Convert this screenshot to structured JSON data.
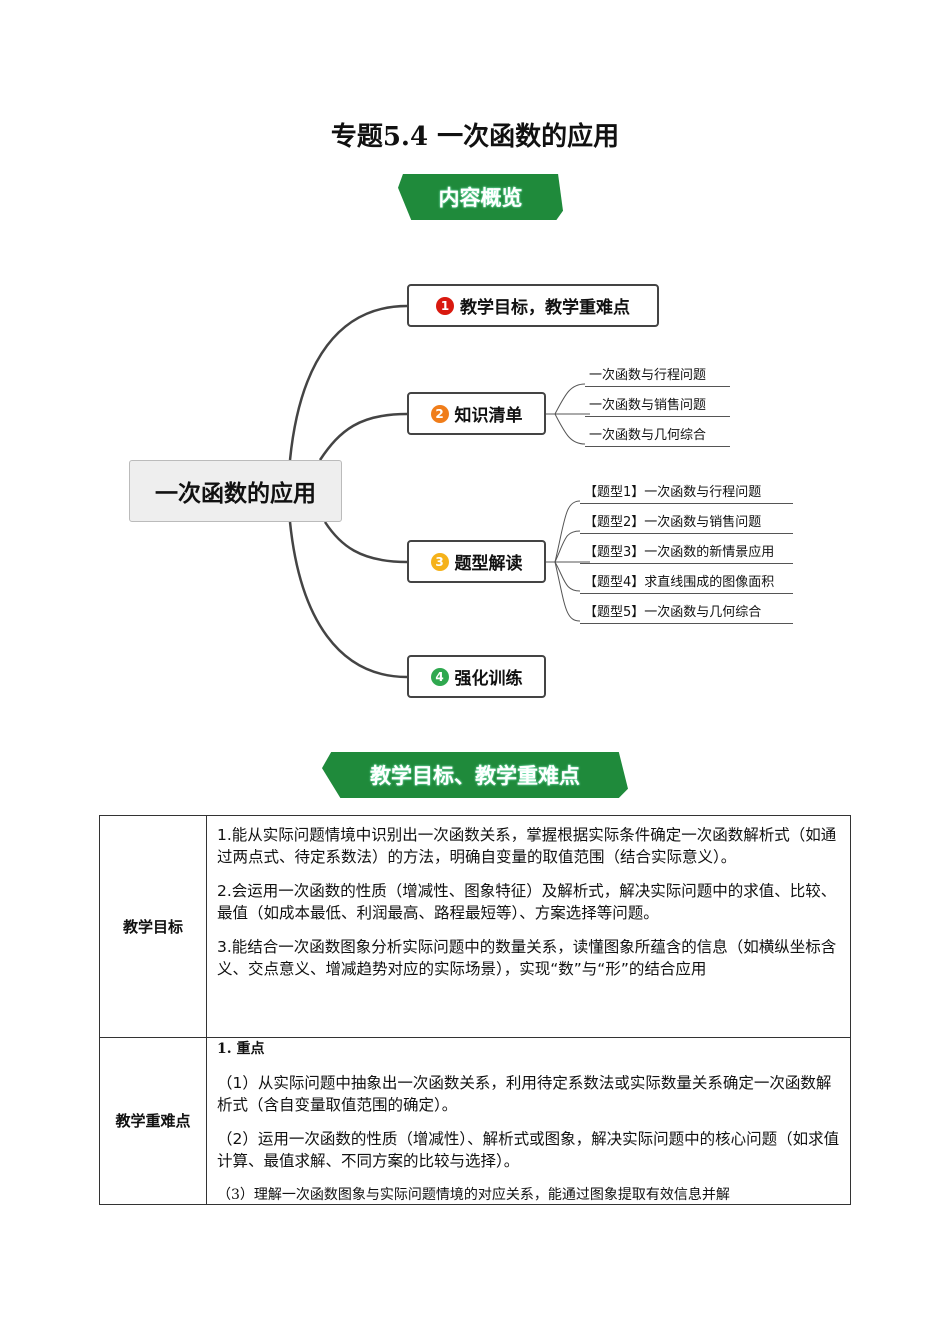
{
  "title": "专题5.4 一次函数的应用",
  "overview_banner": "内容概览",
  "mindmap": {
    "center": "一次函数的应用",
    "branches": [
      {
        "num": "1",
        "label": "教学目标，教学重难点",
        "color": "#d9190f"
      },
      {
        "num": "2",
        "label": "知识清单",
        "color": "#f07d1a",
        "leaves": [
          "一次函数与行程问题",
          "一次函数与销售问题",
          "一次函数与几何综合"
        ]
      },
      {
        "num": "3",
        "label": "题型解读",
        "color": "#f5b21a",
        "leaves": [
          "【题型1】一次函数与行程问题",
          "【题型2】一次函数与销售问题",
          "【题型3】一次函数的新情景应用",
          "【题型4】求直线围成的图像面积",
          "【题型5】一次函数与几何综合"
        ]
      },
      {
        "num": "4",
        "label": "强化训练",
        "color": "#2fa84f"
      }
    ]
  },
  "section_banner": "教学目标、教学重难点",
  "table": {
    "rows": [
      {
        "header": "教学目标",
        "paras": [
          "1.能从实际问题情境中识别出一次函数关系，掌握根据实际条件确定一次函数解析式（如通过两点式、待定系数法）的方法，明确自变量的取值范围（结合实际意义）。",
          "2.会运用一次函数的性质（增减性、图象特征）及解析式，解决实际问题中的求值、比较、最值（如成本最低、利润最高、路程最短等）、方案选择等问题。",
          "3.能结合一次函数图象分析实际问题中的数量关系，读懂图象所蕴含的信息（如横纵坐标含义、交点意义、增减趋势对应的实际场景），实现“数”与“形”的结合应用"
        ]
      },
      {
        "header": "教学重难点",
        "paras": [
          "1. 重点",
          "（1）从实际问题中抽象出一次函数关系，利用待定系数法或实际数量关系确定一次函数解析式（含自变量取值范围的确定）。",
          "（2）运用一次函数的性质（增减性）、解析式或图象，解决实际问题中的核心问题（如求值计算、最值求解、不同方案的比较与选择）。",
          "（3）理解一次函数图象与实际问题情境的对应关系，能通过图象提取有效信息并解"
        ]
      }
    ]
  }
}
